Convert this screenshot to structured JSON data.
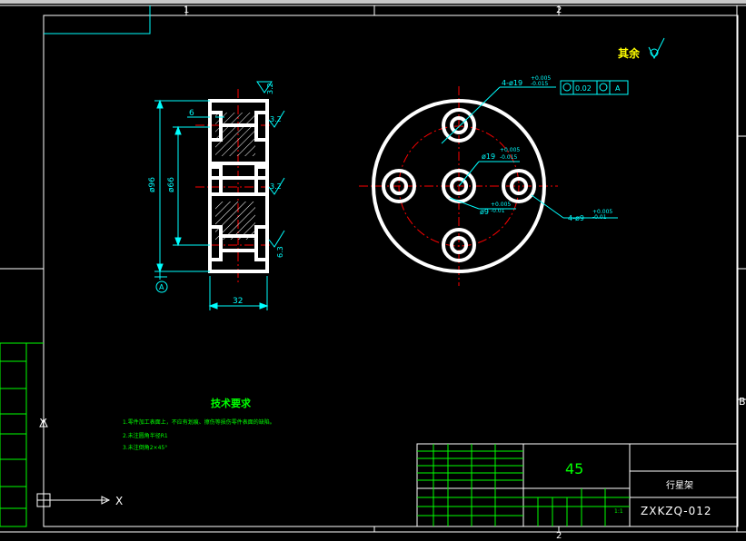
{
  "frame": {
    "zone_top_1": "1",
    "zone_top_2": "2",
    "zone_bottom_2": "2",
    "zone_right_b": "B"
  },
  "surface_note": "其余",
  "dimensions": {
    "top_roughness": "3.2",
    "side_roughness_1": "3.2",
    "side_roughness_2": "3.2",
    "side_roughness_3": "6.3",
    "depth": "6",
    "dia_outer": "ø96",
    "dia_inner": "ø66",
    "width": "32",
    "datum": "A"
  },
  "callouts": {
    "holes_4": "4-ø19",
    "holes_4_tol_up": "+0.005",
    "holes_4_tol_low": "-0.015",
    "tol_value": "0.02",
    "tol_datum": "A",
    "center_hole": "ø19",
    "center_tol_up": "+0.005",
    "center_tol_low": "-0.015",
    "inner_hole": "ø9",
    "inner_tol_up": "+0.005",
    "inner_tol_low": "-0.01",
    "small_holes": "4-ø9",
    "small_tol_up": "+0.005",
    "small_tol_low": "-0.01"
  },
  "tech": {
    "title": "技术要求",
    "line1": "1.零件加工表面上，不应有划痕、擦伤等损伤零件表面的缺陷。",
    "line2": "2.未注圆角半径R1",
    "line3": "3.未注倒角2×45°"
  },
  "title_block": {
    "material": "45",
    "part_name": "行星架",
    "drawing_no": "ZXKZQ-012",
    "scale": "1:1"
  },
  "ucs": {
    "x": "X",
    "y": "Y"
  },
  "colors": {
    "frame": "#ffffff",
    "annotation": "#00ff00",
    "center": "#ff0000",
    "dim": "#00ffff"
  }
}
